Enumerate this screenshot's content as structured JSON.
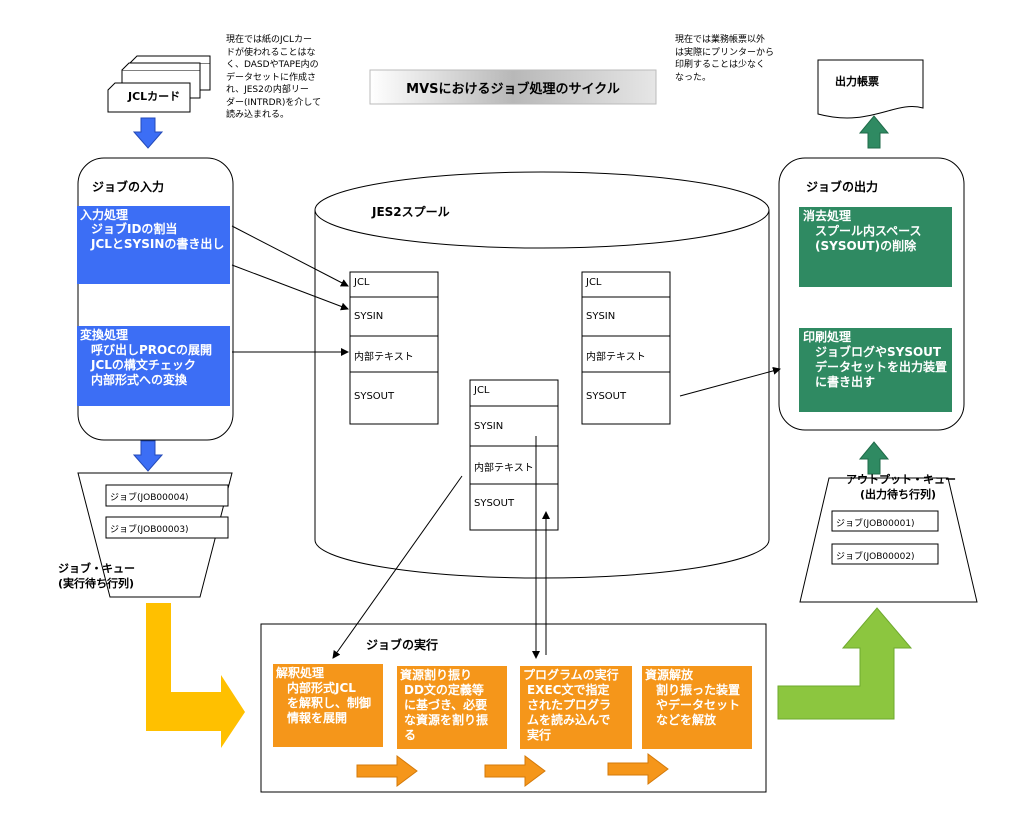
{
  "title": "MVSにおけるジョブ処理のサイクル",
  "notes": {
    "jcl_card": "現在では紙のJCLカー\nドが使われることはな\nく、DASDやTAPE内の\nデータセットに作成さ\nれ、JES2の内部リー\nダー(INTRDR)を介して\n読み込まれる。",
    "printer": "現在では業務帳票以外\nは実際にプリンターから\n印刷することは少なく\nなった。"
  },
  "jcl_card_label": "JCLカード",
  "report_label": "出力帳票",
  "job_input": {
    "title": "ジョブの入力",
    "input_proc": {
      "heading": "入力処理",
      "lines": [
        "ジョブIDの割当",
        "JCLとSYSINの書き出し"
      ]
    },
    "convert_proc": {
      "heading": "変換処理",
      "lines": [
        "呼び出しPROCの展開",
        "JCLの構文チェック",
        "内部形式への変換"
      ]
    }
  },
  "job_output": {
    "title": "ジョブの出力",
    "purge_proc": {
      "heading": "消去処理",
      "lines": [
        "スプール内スペース",
        "(SYSOUT)の削除"
      ]
    },
    "print_proc": {
      "heading": "印刷処理",
      "lines": [
        "ジョブログやSYSOUT",
        "データセットを出力装置",
        "に書き出す"
      ]
    }
  },
  "spool": {
    "title": "JES2スプール",
    "left_column": [
      "JCL",
      "SYSIN",
      "内部テキスト",
      "SYSOUT"
    ],
    "middle_column": [
      "JCL",
      "SYSIN",
      "内部テキスト",
      "SYSOUT"
    ],
    "right_column": [
      "JCL",
      "SYSIN",
      "内部テキスト",
      "SYSOUT"
    ]
  },
  "job_queue": {
    "label_line1": "ジョブ・キュー",
    "label_line2": "(実行待ち行列)",
    "items": [
      "ジョブ(JOB00004)",
      "ジョブ(JOB00003)"
    ]
  },
  "output_queue": {
    "label_line1": "アウトプット・キュー",
    "label_line2": "(出力待ち行列)",
    "items": [
      "ジョブ(JOB00001)",
      "ジョブ(JOB00002)"
    ]
  },
  "execution": {
    "title": "ジョブの実行",
    "steps": [
      {
        "heading": "解釈処理",
        "lines": [
          "内部形式JCL",
          "を解釈し、制御",
          "情報を展開"
        ]
      },
      {
        "heading": "資源割り振り",
        "lines": [
          "DD文の定義等",
          "に基づき、必要",
          "な資源を割り振",
          "る"
        ]
      },
      {
        "heading": "プログラムの実行",
        "lines": [
          "EXEC文で指定",
          "されたプログラ",
          "ムを読み込んで",
          "実行"
        ]
      },
      {
        "heading": "資源解放",
        "lines": [
          "割り振った装置",
          "やデータセット",
          "などを解放"
        ]
      }
    ]
  },
  "colors": {
    "blue": "#3c6ef5",
    "green": "#2f8a62",
    "orange": "#f5961a",
    "yellow": "#ffc000",
    "lime": "#8cc63f"
  }
}
